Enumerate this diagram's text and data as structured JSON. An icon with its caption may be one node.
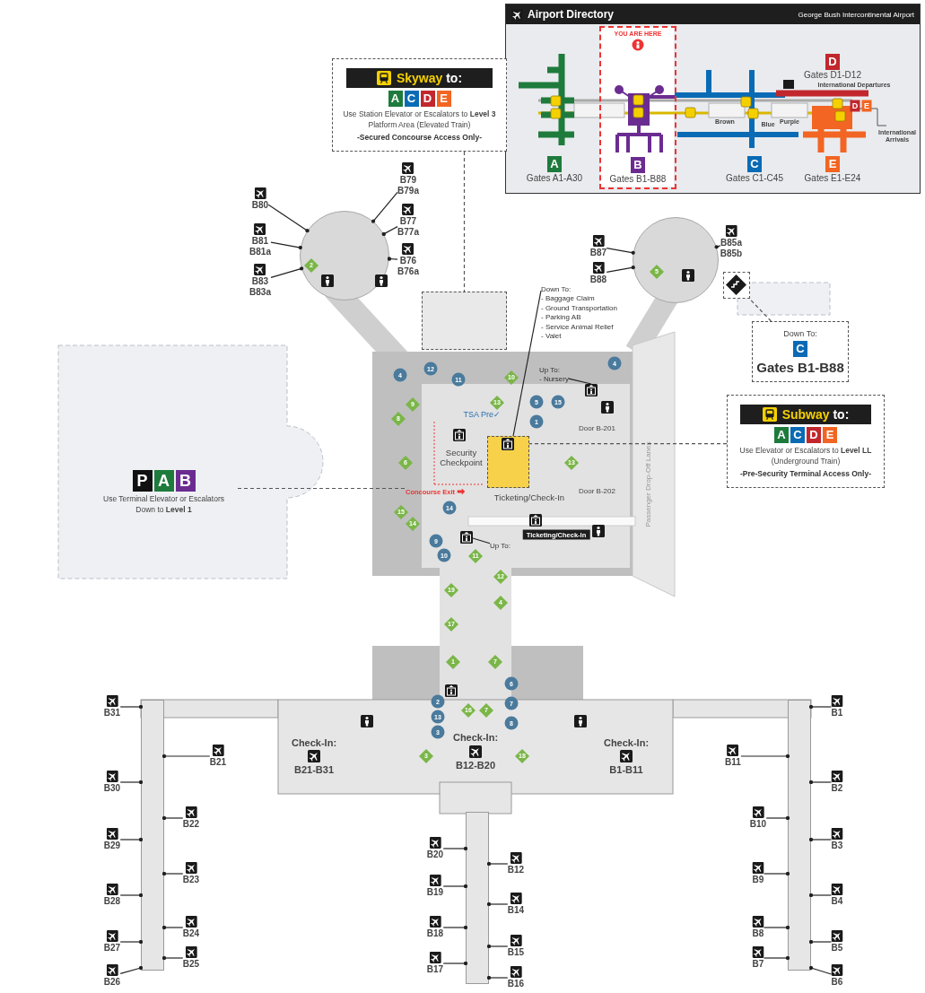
{
  "diagram": {
    "nodes": [
      {
        "text": [
          "Airport Directory",
          "George Bush Intercontinental Airport"
        ]
      },
      {
        "text": [
          "YOU ARE HERE",
          "B",
          "Gates B1-B88"
        ],
        "in": 0
      },
      {
        "text": [
          "Skyway to:",
          "A",
          "C",
          "D",
          "E",
          "Use Station Elevator or Escalators to **Level 3** Platform Area (Elevated Train)",
          "-Secured Concourse Access Only-"
        ]
      },
      {
        "text": [],
        "shape": "box"
      },
      {
        "text": [
          "Subway to:",
          "A",
          "C",
          "D",
          "E",
          "Use Elevator or Escalators to **Level LL** (Underground Train)",
          "-Pre-Security Terminal Access Only-"
        ]
      },
      {
        "text": [],
        "shape": "box"
      },
      {
        "text": [
          "Down To:",
          "C",
          "Gates B1-B88"
        ]
      },
      {
        "text": [],
        "shape": "diamond"
      },
      {
        "text": [
          "P",
          "A",
          "B",
          "Use Terminal Elevator or Escalators Down to **Level 1**"
        ]
      },
      {
        "text": [
          "Concourse Exit"
        ]
      },
      {
        "text": [],
        "shape": "circle"
      },
      {
        "text": [],
        "shape": "circle"
      },
      {
        "text": [],
        "shape": "box"
      },
      {
        "text": [],
        "shape": "box"
      },
      {
        "text": [],
        "shape": "box"
      },
      {
        "text": [
          "Down To:",
          "- Baggage Claim",
          "- Ground Transportation",
          "- Parking AB",
          "- Service Animal Relief",
          "- Valet"
        ]
      },
      {
        "text": [
          "Up To:",
          "- Nursery"
        ]
      },
      {
        "text": [
          "Up To:"
        ]
      },
      {
        "text": [
          "B80"
        ]
      },
      {
        "text": [
          "B79",
          "B79a"
        ]
      },
      {
        "text": [
          "B81",
          "B81a"
        ]
      },
      {
        "text": [
          "B77",
          "B77a"
        ]
      },
      {
        "text": [
          "B83",
          "B83a"
        ]
      },
      {
        "text": [
          "B76",
          "B76a"
        ]
      },
      {
        "text": [
          "B87"
        ]
      },
      {
        "text": [
          "B85a",
          "B85b"
        ]
      },
      {
        "text": [
          "B88"
        ]
      },
      {
        "text": [
          "B31"
        ]
      },
      {
        "text": [
          "B21"
        ]
      },
      {
        "text": [
          "B30"
        ]
      },
      {
        "text": [
          "B22"
        ]
      },
      {
        "text": [
          "B29"
        ]
      },
      {
        "text": [
          "B23"
        ]
      },
      {
        "text": [
          "B28"
        ]
      },
      {
        "text": [
          "B24"
        ]
      },
      {
        "text": [
          "B27"
        ]
      },
      {
        "text": [
          "B25"
        ]
      },
      {
        "text": [
          "B26"
        ]
      },
      {
        "text": [
          "B20"
        ]
      },
      {
        "text": [
          "B12"
        ]
      },
      {
        "text": [
          "B19"
        ]
      },
      {
        "text": [
          "B14"
        ]
      },
      {
        "text": [
          "B18"
        ]
      },
      {
        "text": [
          "B15"
        ]
      },
      {
        "text": [
          "B17"
        ]
      },
      {
        "text": [
          "B16"
        ]
      },
      {
        "text": [
          "B1"
        ]
      },
      {
        "text": [
          "B11"
        ]
      },
      {
        "text": [
          "B2"
        ]
      },
      {
        "text": [
          "B10"
        ]
      },
      {
        "text": [
          "B3"
        ]
      },
      {
        "text": [
          "B9"
        ]
      },
      {
        "text": [
          "B4"
        ]
      },
      {
        "text": [
          "B8"
        ]
      },
      {
        "text": [
          "B5"
        ]
      },
      {
        "text": [
          "B7"
        ]
      },
      {
        "text": [
          "B6"
        ]
      }
    ],
    "edges": [
      {
        "from": 2,
        "to": 3,
        "arrow": "none",
        "style": "dashed"
      },
      {
        "from": 4,
        "to": 5,
        "arrow": "none",
        "style": "dashed"
      },
      {
        "from": 6,
        "to": 7,
        "arrow": "none",
        "style": "dashed"
      },
      {
        "from": 8,
        "to": 9,
        "arrow": "none",
        "style": "dashed"
      },
      {
        "from": 15,
        "to": 5,
        "arrow": "none"
      },
      {
        "from": 16,
        "to": null,
        "arrow": "none"
      },
      {
        "from": 17,
        "to": null,
        "arrow": "none"
      },
      {
        "from": 18,
        "to": 10,
        "arrow": "other"
      },
      {
        "from": 19,
        "to": 10,
        "arrow": "other"
      },
      {
        "from": 20,
        "to": 10,
        "arrow": "other"
      },
      {
        "from": 21,
        "to": 10,
        "arrow": "other"
      },
      {
        "from": 22,
        "to": 10,
        "arrow": "other"
      },
      {
        "from": 23,
        "to": 10,
        "arrow": "other"
      },
      {
        "from": 24,
        "to": 11,
        "arrow": "other"
      },
      {
        "from": 25,
        "to": 11,
        "arrow": "other"
      },
      {
        "from": 26,
        "to": 11,
        "arrow": "other"
      },
      {
        "from": 27,
        "to": 12,
        "arrow": "other"
      },
      {
        "from": 28,
        "to": 12,
        "arrow": "other"
      },
      {
        "from": 29,
        "to": 12,
        "arrow": "other"
      },
      {
        "from": 30,
        "to": 12,
        "arrow": "other"
      },
      {
        "from": 31,
        "to": 12,
        "arrow": "other"
      },
      {
        "from": 32,
        "to": 12,
        "arrow": "other"
      },
      {
        "from": 33,
        "to": 12,
        "arrow": "other"
      },
      {
        "from": 34,
        "to": 12,
        "arrow": "other"
      },
      {
        "from": 35,
        "to": 12,
        "arrow": "other"
      },
      {
        "from": 36,
        "to": 12,
        "arrow": "other"
      },
      {
        "from": 37,
        "to": 12,
        "arrow": "other"
      },
      {
        "from": 38,
        "to": 13,
        "arrow": "other"
      },
      {
        "from": 39,
        "to": 13,
        "arrow": "other"
      },
      {
        "from": 40,
        "to": 13,
        "arrow": "other"
      },
      {
        "from": 41,
        "to": 13,
        "arrow": "other"
      },
      {
        "from": 42,
        "to": 13,
        "arrow": "other"
      },
      {
        "from": 43,
        "to": 13,
        "arrow": "other"
      },
      {
        "from": 44,
        "to": 13,
        "arrow": "other"
      },
      {
        "from": 45,
        "to": 13,
        "arrow": "other"
      },
      {
        "from": 46,
        "to": 14,
        "arrow": "other"
      },
      {
        "from": 47,
        "to": 14,
        "arrow": "other"
      },
      {
        "from": 48,
        "to": 14,
        "arrow": "other"
      },
      {
        "from": 49,
        "to": 14,
        "arrow": "other"
      },
      {
        "from": 50,
        "to": 14,
        "arrow": "other"
      },
      {
        "from": 51,
        "to": 14,
        "arrow": "other"
      },
      {
        "from": 52,
        "to": 14,
        "arrow": "other"
      },
      {
        "from": 53,
        "to": 14,
        "arrow": "other"
      },
      {
        "from": 54,
        "to": 14,
        "arrow": "other"
      },
      {
        "from": 55,
        "to": 14,
        "arrow": "other"
      },
      {
        "from": 56,
        "to": 14,
        "arrow": "other"
      }
    ],
    "labels": [
      "D",
      "Gates D1-D12",
      "International Departures",
      "D",
      "E",
      "Brown",
      "Blue",
      "Purple",
      "International Arrivals",
      "A",
      "Gates A1-A30",
      "C",
      "Gates C1-C45",
      "E",
      "Gates E1-E24",
      "2",
      "5",
      "4",
      "12",
      "4",
      "11",
      "10",
      "13",
      "5",
      "15",
      "9",
      "8",
      "TSA Pre✓",
      "1",
      "Door B-201",
      "Security Checkpoint",
      "6",
      "13",
      "Passenger Drop-Off Lanes",
      "Door B-202",
      "Ticketing/Check-In",
      "14",
      "15",
      "14",
      "Ticketing/Check-In",
      "9",
      "10",
      "11",
      "12",
      "19",
      "4",
      "17",
      "1",
      "7",
      "6",
      "2",
      "7",
      "16",
      "7",
      "13",
      "8",
      "3",
      "Check-In:",
      "Check-In:",
      "Check-In:",
      "B21-B31",
      "B12-B20",
      "B1-B11",
      "3",
      "18"
    ]
  }
}
